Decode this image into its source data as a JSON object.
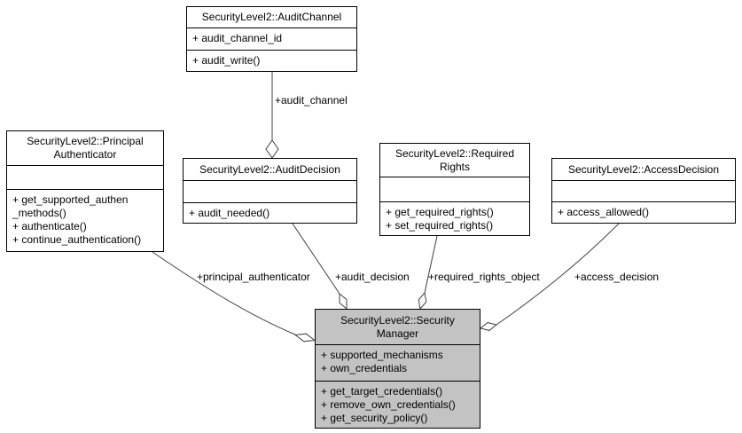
{
  "colors": {
    "background": "#ffffff",
    "box_fill": "#ffffff",
    "current_class_fill": "#c3c3c3",
    "box_border": "#000000",
    "edge_line": "#404040",
    "text": "#000000"
  },
  "classes": {
    "audit_channel": {
      "title": "SecurityLevel2::AuditChannel",
      "attributes": [
        "+ audit_channel_id"
      ],
      "methods": [
        "+ audit_write()"
      ]
    },
    "principal_authenticator": {
      "title": "SecurityLevel2::Principal\nAuthenticator",
      "attributes": [],
      "methods": [
        "+ get_supported_authen\n_methods()",
        "+ authenticate()",
        "+ continue_authentication()"
      ]
    },
    "audit_decision": {
      "title": "SecurityLevel2::AuditDecision",
      "attributes": [],
      "methods": [
        "+ audit_needed()"
      ]
    },
    "required_rights": {
      "title": "SecurityLevel2::Required\nRights",
      "attributes": [],
      "methods": [
        "+ get_required_rights()",
        "+ set_required_rights()"
      ]
    },
    "access_decision": {
      "title": "SecurityLevel2::AccessDecision",
      "attributes": [],
      "methods": [
        "+ access_allowed()"
      ]
    },
    "security_manager": {
      "title": "SecurityLevel2::Security\nManager",
      "attributes": [
        "+ supported_mechanisms",
        "+ own_credentials"
      ],
      "methods": [
        "+ get_target_credentials()",
        "+ remove_own_credentials()",
        "+ get_security_policy()"
      ]
    }
  },
  "edges": {
    "audit_channel": {
      "label": "+audit_channel"
    },
    "principal_authenticator": {
      "label": "+principal_authenticator"
    },
    "audit_decision": {
      "label": "+audit_decision"
    },
    "required_rights": {
      "label": "+required_rights_object"
    },
    "access_decision": {
      "label": "+access_decision"
    }
  }
}
